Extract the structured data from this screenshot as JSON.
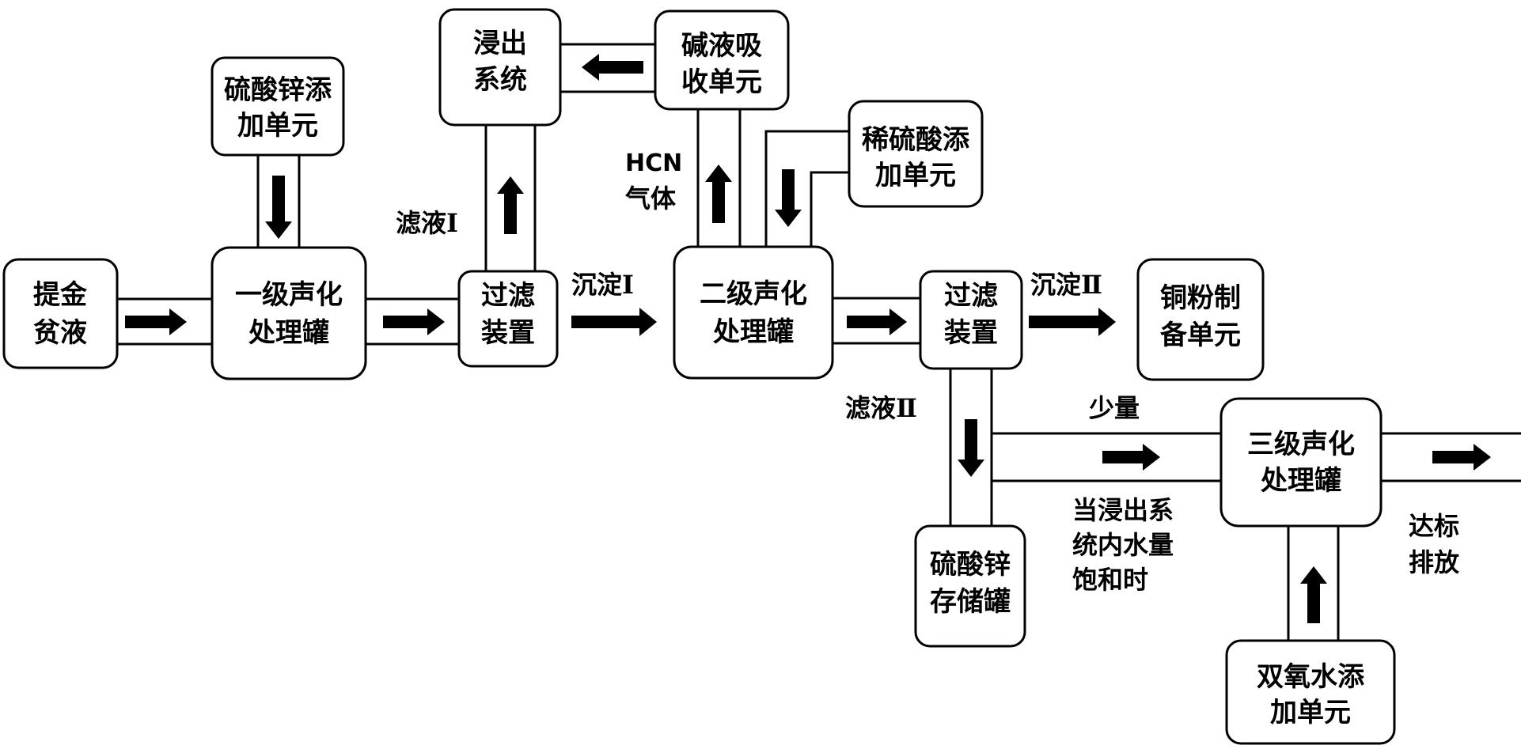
{
  "nodes": {
    "tijin": [
      "提金",
      "贫液"
    ],
    "znso4_add_1": [
      "硫酸锌添",
      "加单元"
    ],
    "tank1": [
      "一级声化",
      "处理罐"
    ],
    "filter1": [
      "过滤",
      "装置"
    ],
    "leach": [
      "浸出",
      "系统"
    ],
    "alkali": [
      "碱液吸",
      "收单元"
    ],
    "tank2": [
      "二级声化",
      "处理罐"
    ],
    "h2so4_add": [
      "稀硫酸添",
      "加单元"
    ],
    "filter2": [
      "过滤",
      "装置"
    ],
    "copper": [
      "铜粉制",
      "备单元"
    ],
    "znso4_store": [
      "硫酸锌",
      "存储罐"
    ],
    "tank3": [
      "三级声化",
      "处理罐"
    ],
    "h2o2_add": [
      "双氧水添",
      "加单元"
    ]
  },
  "labels": {
    "filtrate1": "滤液Ⅰ",
    "hcn": "HCN",
    "gas": "气体",
    "precip1": "沉淀Ⅰ",
    "precip2": "沉淀Ⅱ",
    "filtrate2": "滤液Ⅱ",
    "small": "少量",
    "condition": [
      "当浸出系",
      "统内水量",
      "饱和时"
    ],
    "discharge": [
      "达标",
      "排放"
    ]
  }
}
